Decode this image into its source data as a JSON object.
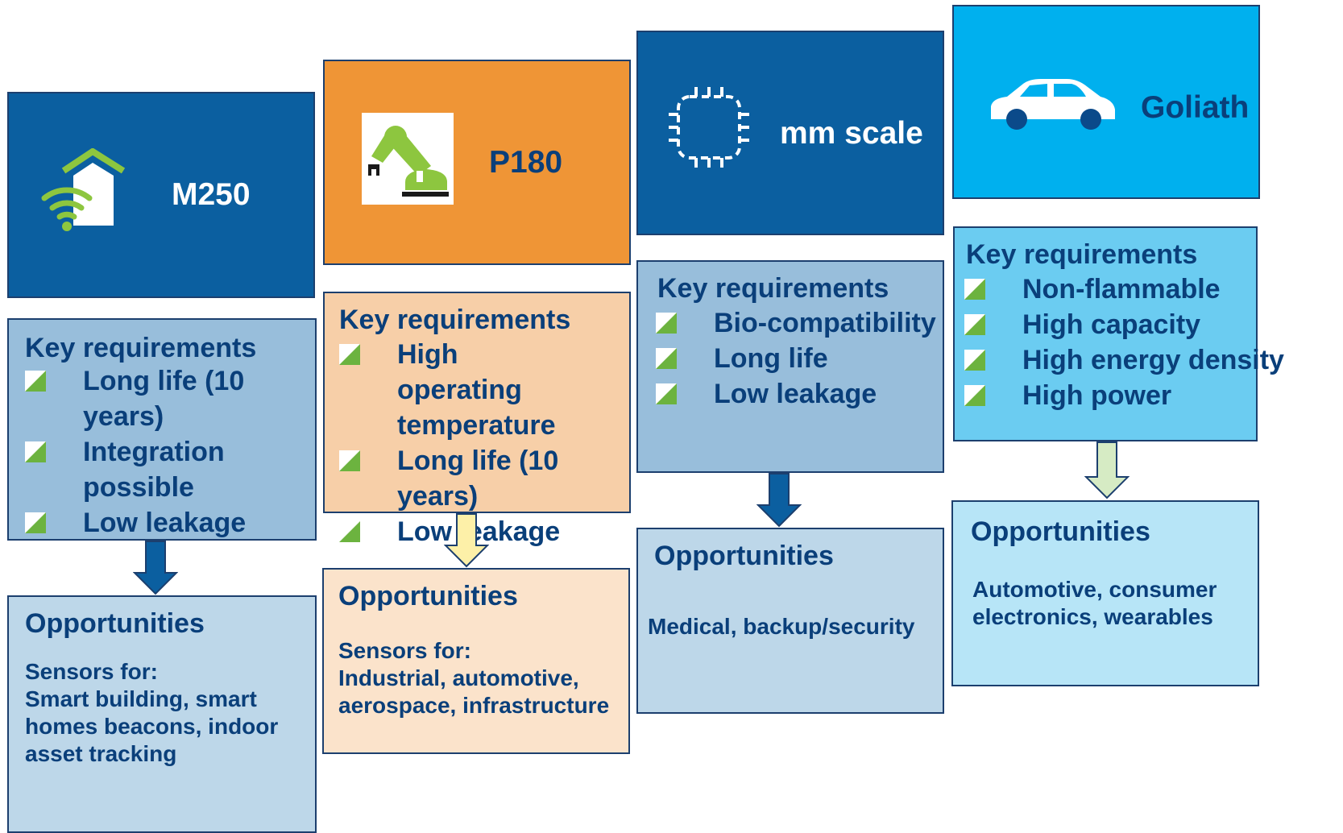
{
  "columns": [
    {
      "name": "M250",
      "icon": "smart-home-wifi-icon",
      "requirements_title": "Key requirements",
      "requirements": [
        "Long life (10 years)",
        "Integration possible",
        "Low leakage"
      ],
      "opportunities_title": "Opportunities",
      "opportunities_lines": [
        "Sensors for:",
        "Smart building, smart",
        "homes beacons, indoor",
        "asset tracking"
      ]
    },
    {
      "name": "P180",
      "icon": "robot-arm-icon",
      "requirements_title": "Key requirements",
      "requirements": [
        "High operating temperature",
        "Long life (10 years)",
        "Low leakage"
      ],
      "opportunities_title": "Opportunities",
      "opportunities_lines": [
        "Sensors for:",
        "Industrial, automotive,",
        "aerospace, infrastructure"
      ]
    },
    {
      "name": "mm scale",
      "icon": "microchip-icon",
      "requirements_title": "Key requirements",
      "requirements": [
        "Bio-compatibility",
        "Long life",
        "Low leakage"
      ],
      "opportunities_title": "Opportunities",
      "opportunities_lines": [
        "Medical, backup/security"
      ]
    },
    {
      "name": "Goliath",
      "icon": "car-icon",
      "requirements_title": "Key requirements",
      "requirements": [
        "Non-flammable",
        "High capacity",
        "High energy density",
        "High power"
      ],
      "opportunities_title": "Opportunities",
      "opportunities_lines": [
        "Automotive, consumer",
        "electronics, wearables"
      ]
    }
  ],
  "colors": {
    "text_dark_blue": "#0a3f7a",
    "header_navy": "#0b5fa0",
    "header_orange": "#ef9536",
    "header_cyan": "#00b0ee",
    "check_green": "#6cb33f"
  }
}
